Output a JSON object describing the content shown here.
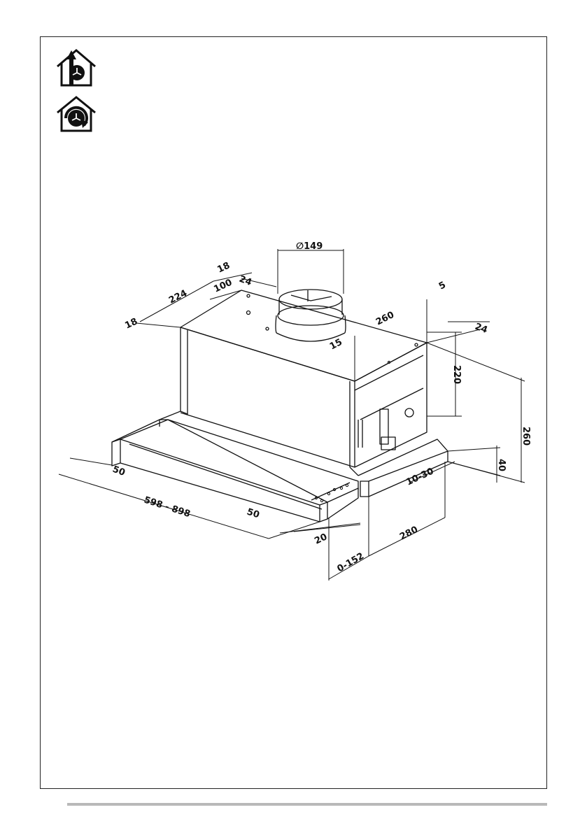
{
  "icons": {
    "ducted": "ducted-mode-icon",
    "recirculation": "recirculation-mode-icon"
  },
  "dims": {
    "duct_diameter": "∅149",
    "top_18_a": "18",
    "top_24": "24",
    "top_100": "100",
    "top_224": "224",
    "top_18_b": "18",
    "top_5": "5",
    "top_260": "260",
    "right_24": "24",
    "collar_15": "15",
    "height_220": "220",
    "height_260": "260",
    "height_40": "40",
    "depth_10_30": "10-30",
    "front_50_left": "50",
    "width_598_898": "598 - 898",
    "front_50_right": "50",
    "front_20": "20",
    "depth_280": "280",
    "depth_0_152": "0-152"
  },
  "colors": {
    "line": "#111111",
    "border": "#222222",
    "footer_rule": "#b9b9b9"
  }
}
